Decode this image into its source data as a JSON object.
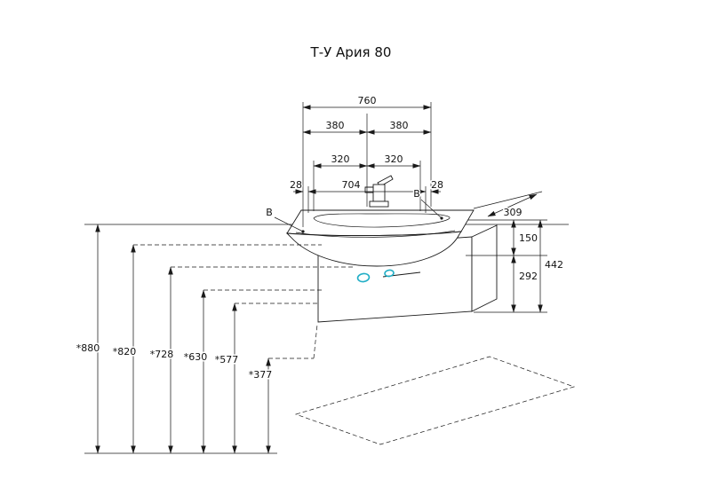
{
  "title": "Т-У Ария 80",
  "dims": {
    "w_total": "760",
    "w_half_l": "380",
    "w_half_r": "380",
    "w_inner_l": "320",
    "w_inner_r": "320",
    "w_edge_l": "28",
    "w_mid": "704",
    "w_edge_r": "28",
    "depth": "309",
    "h_basin": "150",
    "h_cabinet": "292",
    "h_total": "442",
    "floor_1": "*880",
    "floor_2": "*820",
    "floor_3": "*728",
    "floor_4": "*630",
    "floor_5": "*577",
    "floor_6": "*377"
  },
  "marks": {
    "b_left": "В",
    "b_right": "В"
  },
  "colors": {
    "line": "#1a1a1a",
    "accent": "#21aec6"
  }
}
